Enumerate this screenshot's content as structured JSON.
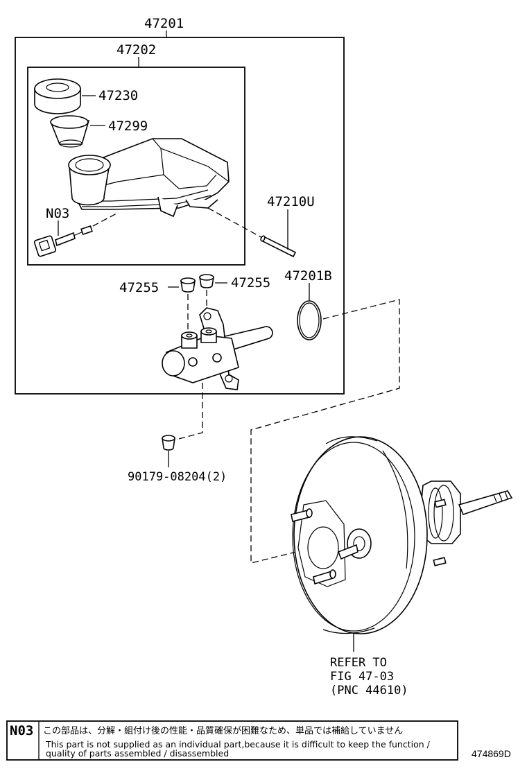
{
  "part_labels": {
    "assembly": "47201",
    "reservoir_sub_assy": "47202",
    "cap": "47230",
    "strainer": "47299",
    "connector_note": "N03",
    "pin": "47210U",
    "grommet_left": "47255",
    "grommet_right": "47255",
    "o_ring": "47201B",
    "nut": "90179-08204(2)"
  },
  "booster_reference": {
    "line1": "REFER TO",
    "line2": "FIG 47-03",
    "line3": "(PNC 44610)"
  },
  "note": {
    "code": "N03",
    "japanese": "この部品は、分解・組付け後の性能・品質確保が困難なため、単品では補給していません",
    "english_line1": "This part is not supplied as an individual part,because it is difficult to keep the function /",
    "english_line2": "quality of parts assembled / disassembled"
  },
  "illustration_code": "474869D"
}
